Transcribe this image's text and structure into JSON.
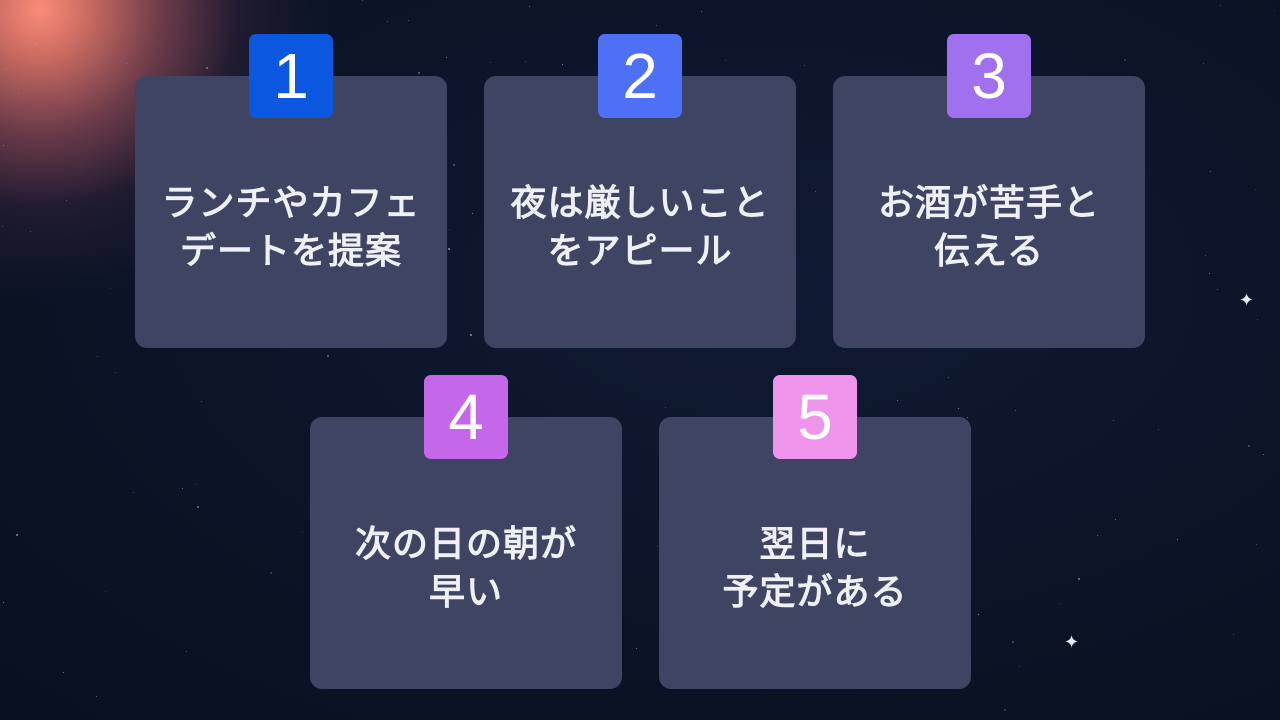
{
  "items": [
    {
      "number": "1",
      "line1": "ランチやカフェ",
      "line2": "デートを提案",
      "badge_color": "#0b57e0"
    },
    {
      "number": "2",
      "line1": "夜は厳しいこと",
      "line2": "をアピール",
      "badge_color": "#4d70f5"
    },
    {
      "number": "3",
      "line1": "お酒が苦手と",
      "line2": "伝える",
      "badge_color": "#a070ee"
    },
    {
      "number": "4",
      "line1": "次の日の朝が",
      "line2": "早い",
      "badge_color": "#c467e8"
    },
    {
      "number": "5",
      "line1": "翌日に",
      "line2": "予定がある",
      "badge_color": "#ee94ea"
    }
  ],
  "colors": {
    "background": "#0c1428",
    "card": "#3e4462",
    "text": "#eef0f6",
    "glow": "#f58c78"
  },
  "icons": [
    "sparkle-icon"
  ]
}
